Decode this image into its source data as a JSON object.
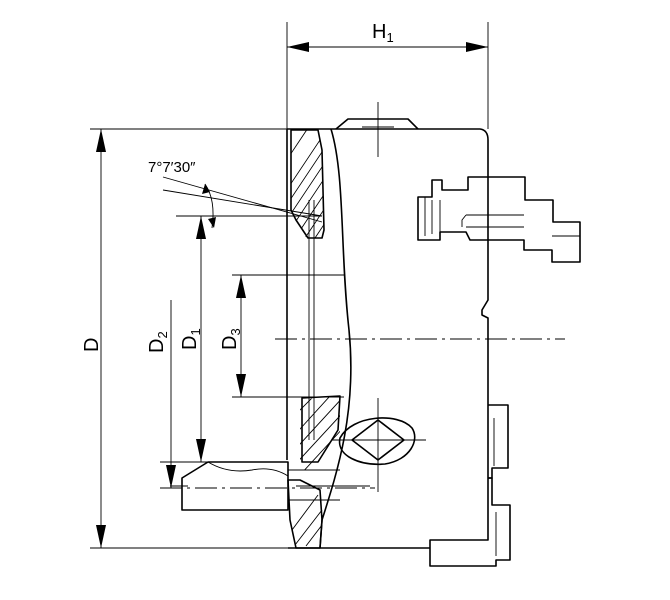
{
  "dimensions": {
    "h1": {
      "base": "H",
      "sub": "1"
    },
    "d": {
      "base": "D"
    },
    "d1": {
      "base": "D",
      "sub": "1"
    },
    "d2": {
      "base": "D",
      "sub": "2"
    },
    "d3": {
      "base": "D",
      "sub": "3"
    }
  },
  "angle": {
    "text": "7°7′30″"
  }
}
